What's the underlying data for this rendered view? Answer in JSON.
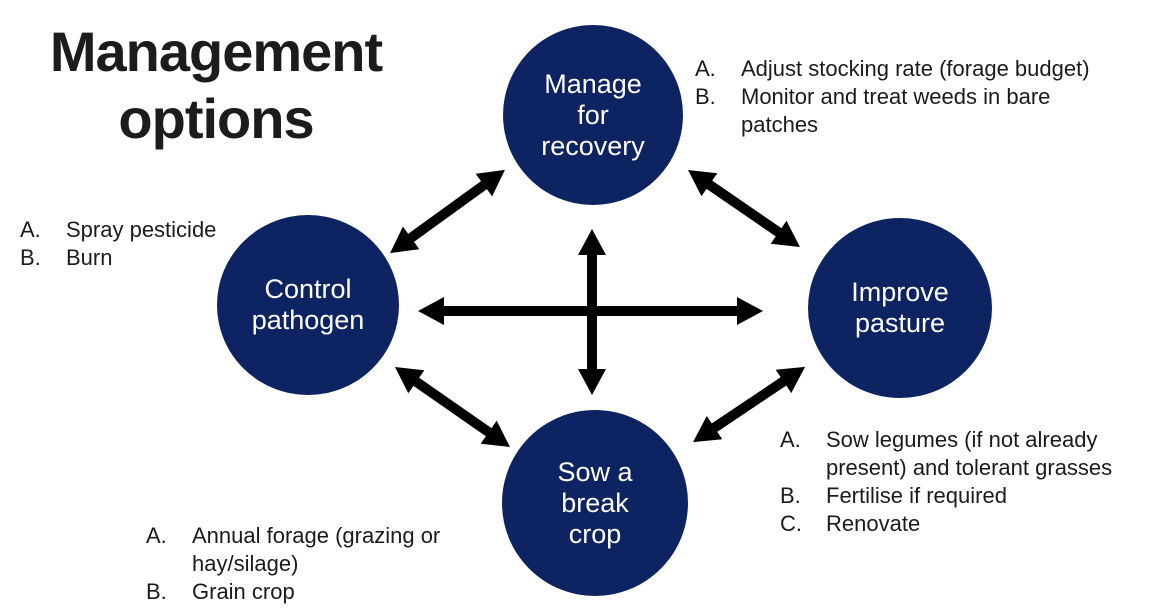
{
  "title": {
    "line1": "Management",
    "line2": "options"
  },
  "colors": {
    "background": "#ffffff",
    "circle_fill": "#0e2361",
    "circle_text": "#ffffff",
    "arrow": "#000000",
    "title_text": "#1c1c1c",
    "list_text": "#1b1b1b"
  },
  "nodes": {
    "top": {
      "label": "Manage\nfor\nrecovery"
    },
    "left": {
      "label": "Control\npathogen"
    },
    "right": {
      "label": "Improve\npasture"
    },
    "bottom": {
      "label": "Sow a\nbreak\ncrop"
    }
  },
  "lists": {
    "top_right": {
      "items": [
        {
          "letter": "A.",
          "text": "Adjust stocking rate (forage budget)"
        },
        {
          "letter": "B.",
          "text": "Monitor and treat weeds in bare patches"
        }
      ]
    },
    "left": {
      "items": [
        {
          "letter": "A.",
          "text": "Spray pesticide"
        },
        {
          "letter": "B.",
          "text": "Burn"
        }
      ]
    },
    "bottom_right": {
      "items": [
        {
          "letter": "A.",
          "text": "Sow legumes (if not already present) and tolerant grasses"
        },
        {
          "letter": "B.",
          "text": "Fertilise if required"
        },
        {
          "letter": "C.",
          "text": "Renovate"
        }
      ]
    },
    "bottom_left": {
      "items": [
        {
          "letter": "A.",
          "text": "Annual forage (grazing or hay/silage)"
        },
        {
          "letter": "B.",
          "text": "Grain crop"
        }
      ]
    }
  },
  "connections": [
    {
      "from": "Control pathogen",
      "to": "Manage for recovery",
      "bidirectional": true
    },
    {
      "from": "Manage for recovery",
      "to": "Improve pasture",
      "bidirectional": true
    },
    {
      "from": "Control pathogen",
      "to": "Sow a break crop",
      "bidirectional": true
    },
    {
      "from": "Improve pasture",
      "to": "Sow a break crop",
      "bidirectional": true
    },
    {
      "from": "Control pathogen",
      "to": "Improve pasture",
      "bidirectional": true
    },
    {
      "from": "Manage for recovery",
      "to": "Sow a break crop",
      "bidirectional": true
    }
  ]
}
